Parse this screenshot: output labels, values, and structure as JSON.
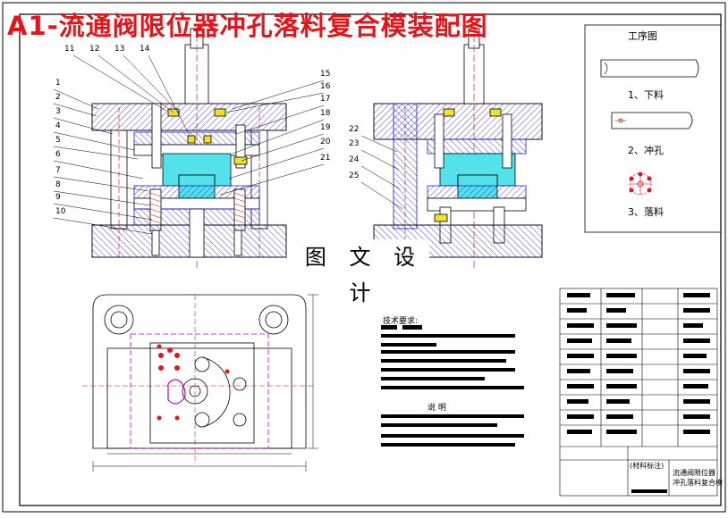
{
  "title": "A1-流通阀限位器冲孔落料复合模装配图",
  "watermark": "图 文 设 计",
  "process": {
    "heading": "工序图",
    "steps": [
      "1、下料",
      "2、冲孔",
      "3、落料"
    ]
  },
  "callouts_left": [
    "1",
    "2",
    "3",
    "4",
    "5",
    "6",
    "7",
    "8",
    "9",
    "10",
    "11",
    "12",
    "13",
    "14",
    "15",
    "16",
    "17",
    "18",
    "19",
    "20",
    "21"
  ],
  "callouts_right": [
    "22",
    "23",
    "24",
    "25"
  ],
  "notes": {
    "heading": "技术要求:",
    "explain_heading": "说 明"
  },
  "title_block": {
    "material_label": "(材料标注)",
    "drawing_name_line1": "流通阀限位器",
    "drawing_name_line2": "冲孔落料复合模"
  }
}
